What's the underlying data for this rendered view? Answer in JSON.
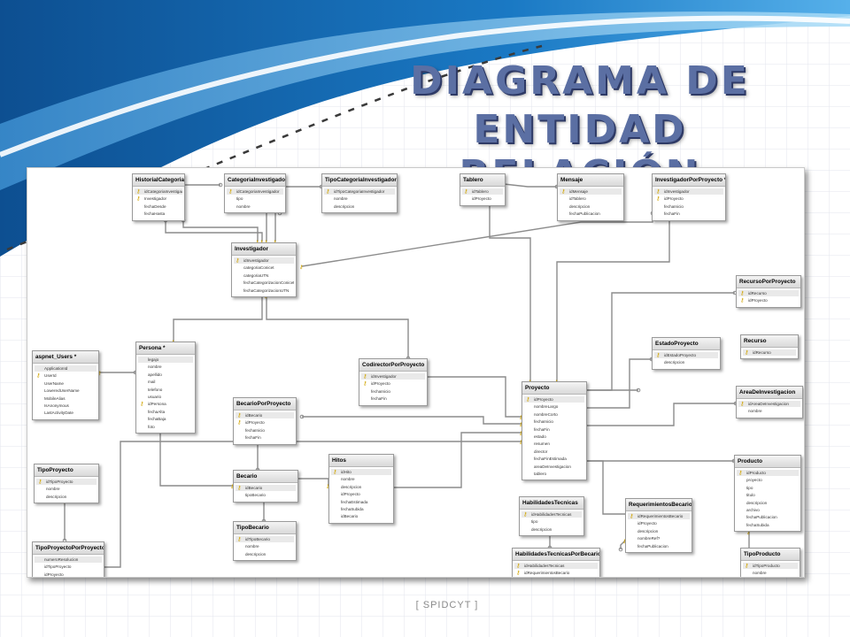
{
  "slide": {
    "title_line1": "DIAGRAMA DE",
    "title_line2": "ENTIDAD RELACIÓN",
    "footer": "[ SPIDCYT ]"
  },
  "colors": {
    "title": "#5b6fa3",
    "ribbon_dark": "#1565a8",
    "ribbon_light": "#6fb6e8",
    "connector": "#8c8c8c"
  },
  "key_icon": "key-icon",
  "entities": {
    "historial_categoria": {
      "name": "HistorialCategoria",
      "fields": [
        "idCategoriaInvestigador",
        "Investigador",
        "fechaDesde",
        "fechaHasta"
      ]
    },
    "categoria_investigador": {
      "name": "CategoriaInvestigador",
      "fields": [
        "idCategoriaInvestigador",
        "tipo",
        "nombre"
      ]
    },
    "tipo_categoria_investigador": {
      "name": "TipoCategoriaInvestigador",
      "fields": [
        "idTipoCategoriaInvestigador",
        "nombre",
        "descripcion"
      ]
    },
    "tablero": {
      "name": "Tablero",
      "fields": [
        "idTablero",
        "idProyecto"
      ]
    },
    "mensaje": {
      "name": "Mensaje",
      "fields": [
        "idMensaje",
        "idTablero",
        "descripcion",
        "fechaPublicacion"
      ]
    },
    "investigador_por_proyecto": {
      "name": "InvestigadorPorProyecto *",
      "fields": [
        "idInvestigador",
        "idProyecto",
        "fechaInicio",
        "fechaFin"
      ]
    },
    "investigador": {
      "name": "Investigador",
      "fields": [
        "idInvestigador",
        "categoriaConicet",
        "categoriaUTN",
        "fechaCategorizacionConicet",
        "fechaCategorizacionUTN"
      ]
    },
    "recurso_por_proyecto": {
      "name": "RecursoPorProyecto",
      "fields": [
        "idRecurso",
        "idProyecto"
      ]
    },
    "recurso": {
      "name": "Recurso",
      "fields": [
        "idRecurso"
      ]
    },
    "aspnet_users": {
      "name": "aspnet_Users *",
      "fields": [
        "ApplicationId",
        "UserId",
        "UserName",
        "LoweredUserName",
        "MobileAlias",
        "IsAnonymous",
        "LastActivityDate"
      ]
    },
    "persona": {
      "name": "Persona *",
      "fields": [
        "legajo",
        "nombre",
        "apellido",
        "mail",
        "telefono",
        "usuario",
        "idPersona",
        "fechaAlta",
        "fechaBaja",
        "foto"
      ]
    },
    "codirector_por_proyecto": {
      "name": "CodirectorPorProyecto",
      "fields": [
        "idInvestigador",
        "idProyecto",
        "fechaInicio",
        "fechaFin"
      ]
    },
    "estado_proyecto": {
      "name": "EstadoProyecto",
      "fields": [
        "idEstadoProyecto",
        "descripcion"
      ]
    },
    "area_investigacion": {
      "name": "AreaDeInvestigacion",
      "fields": [
        "idAreaDeInvestigacion",
        "nombre"
      ]
    },
    "becario_por_proyecto": {
      "name": "BecarioPorProyecto",
      "fields": [
        "idBecario",
        "idProyecto",
        "fechaInicio",
        "fechaFin"
      ]
    },
    "proyecto": {
      "name": "Proyecto",
      "fields": [
        "idProyecto",
        "nombreLargo",
        "nombreCorto",
        "fechaInicio",
        "fechaFin",
        "estado",
        "resumen",
        "director",
        "fechaFinEstimada",
        "areaDeInvestigacion",
        "tablero"
      ]
    },
    "tipo_proyecto": {
      "name": "TipoProyecto",
      "fields": [
        "idTipoProyecto",
        "nombre",
        "descripcion"
      ]
    },
    "becario": {
      "name": "Becario",
      "fields": [
        "idBecario",
        "tipoBecario"
      ]
    },
    "hitos": {
      "name": "Hitos",
      "fields": [
        "idHito",
        "nombre",
        "descripcion",
        "idProyecto",
        "fechaEstimada",
        "fechaSubida",
        "idBecario"
      ]
    },
    "producto": {
      "name": "Producto",
      "fields": [
        "idProducto",
        "proyecto",
        "tipo",
        "titulo",
        "descripcion",
        "archivo",
        "fechaPublicacion",
        "fechaSubida"
      ]
    },
    "habilidades_tecnicas": {
      "name": "HabilidadesTecnicas",
      "fields": [
        "idHabilidadesTecnicas",
        "tipo",
        "descripcion"
      ]
    },
    "requerimientos_becario": {
      "name": "RequerimientosBecario",
      "fields": [
        "idRequerimientosBecario",
        "idProyecto",
        "descripcion",
        "nombreRef?",
        "fechaPublicacion"
      ]
    },
    "tipo_becario": {
      "name": "TipoBecario",
      "fields": [
        "idTipoBecario",
        "nombre",
        "descripcion"
      ]
    },
    "tipo_proyecto_por_proyecto": {
      "name": "TipoProyectoPorProyecto",
      "fields": [
        "numeroResolucion",
        "idTipoProyecto",
        "idProyecto"
      ]
    },
    "habilidades_tecnicas_por_becario": {
      "name": "HabilidadesTecnicasPorBecario",
      "fields": [
        "idHabilidadesTecnicas",
        "idRequerimientosBecario"
      ]
    },
    "tipo_producto": {
      "name": "TipoProducto",
      "fields": [
        "idTipoProducto",
        "nombre"
      ]
    }
  }
}
